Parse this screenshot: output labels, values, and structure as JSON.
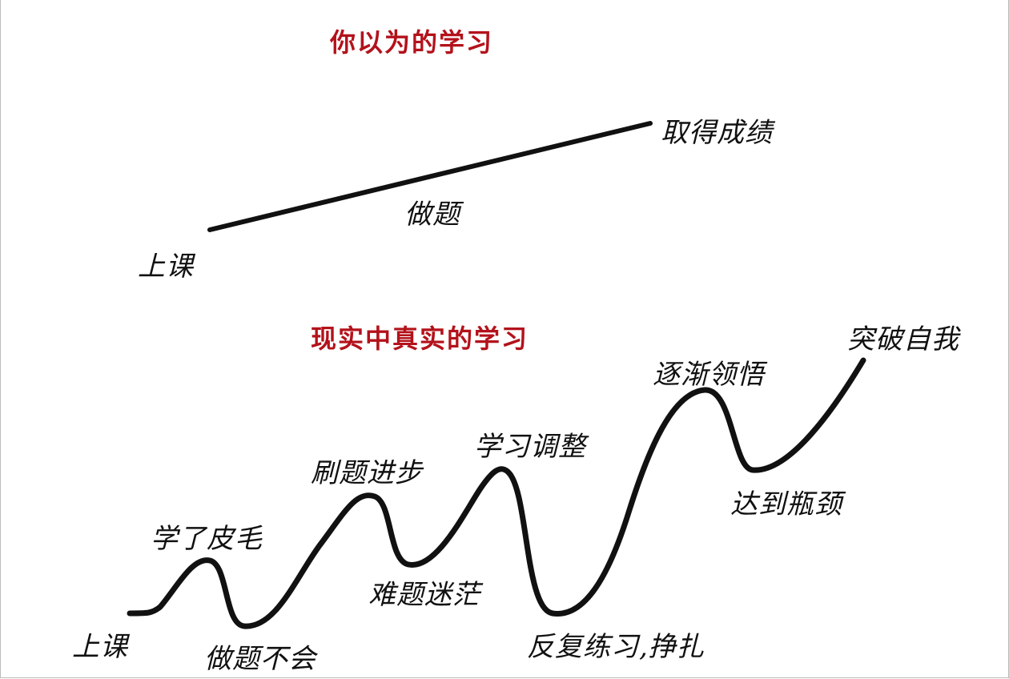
{
  "ideal": {
    "title": "你以为的学习",
    "start_label": "上课",
    "middle_label": "做题",
    "end_label": "取得成绩"
  },
  "reality": {
    "title": "现实中真实的学习",
    "labels": {
      "start": "上课",
      "peak1": "学了皮毛",
      "trough1": "做题不会",
      "peak2": "刷题进步",
      "trough2": "难题迷茫",
      "peak3": "学习调整",
      "trough3": "反复练习,挣扎",
      "peak4": "逐渐领悟",
      "trough4": "达到瓶颈",
      "end": "突破自我"
    }
  },
  "colors": {
    "title": "#b3121b",
    "line": "#111111"
  }
}
